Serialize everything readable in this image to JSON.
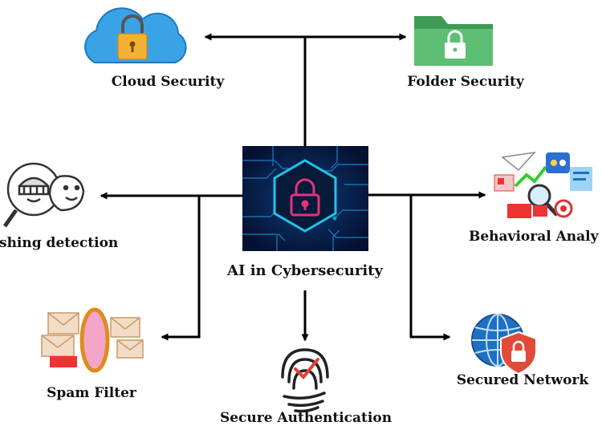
{
  "center": {
    "label": "AI in Cybersecurity",
    "icon": "circuit-lock-icon",
    "colors": {
      "bg": "#071a3d",
      "glow": "#22c3e6",
      "lock": "#e0357a"
    }
  },
  "nodes": {
    "cloud_security": {
      "label": "Cloud Security",
      "icon": "cloud-lock-icon"
    },
    "folder_security": {
      "label": "Folder Security",
      "icon": "folder-lock-icon"
    },
    "phishing_detection": {
      "label": "shing detection",
      "icon": "phishing-mask-icon"
    },
    "behavioral_analysis": {
      "label": "Behavioral Analy",
      "icon": "analytics-collage-icon"
    },
    "spam_filter": {
      "label": "Spam Filter",
      "icon": "spam-envelope-icon"
    },
    "secure_authentication": {
      "label": "Secure Authentication",
      "icon": "fingerprint-check-icon"
    },
    "secured_network": {
      "label": "Secured Network",
      "icon": "globe-shield-icon"
    }
  },
  "colors": {
    "connector": "#000000",
    "cloud": "#3aa3e6",
    "folder": "#56b96f",
    "lock": "#f2b233",
    "globe": "#1f6fc2",
    "shield": "#e24a3a"
  }
}
